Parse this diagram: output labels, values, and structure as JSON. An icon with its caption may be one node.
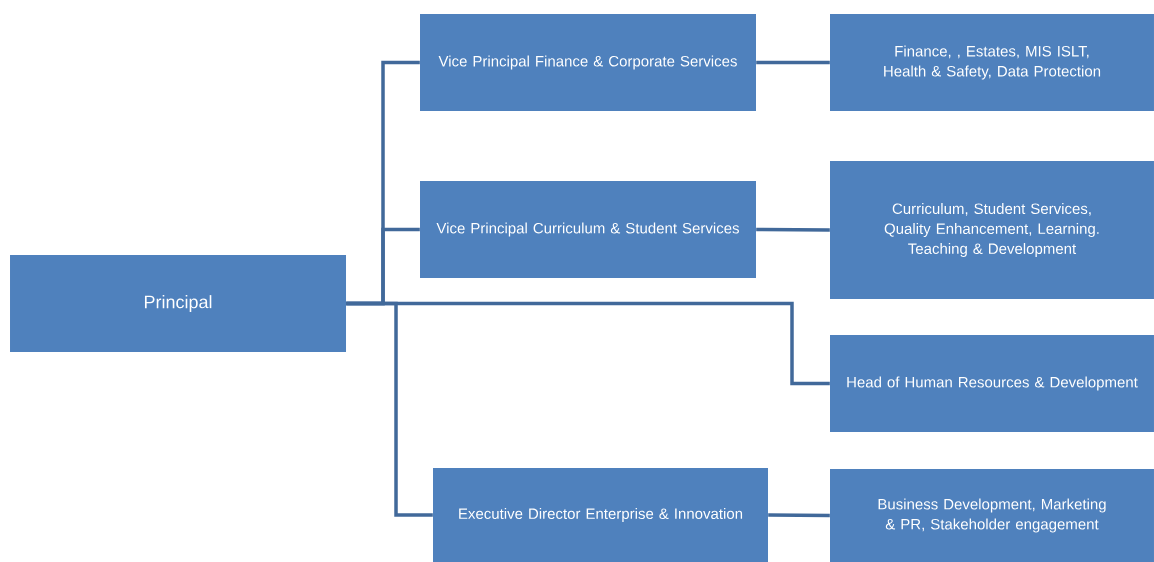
{
  "diagram": {
    "nodes": [
      {
        "text": [
          "Principal"
        ]
      },
      {
        "text": [
          "Vice Principal Finance & Corporate Services"
        ]
      },
      {
        "text": [
          "Finance, , Estates, MIS ISLT, Health & Safety, Data Protection"
        ]
      },
      {
        "text": [
          "Vice Principal Curriculum & Student Services"
        ]
      },
      {
        "text": [
          "Curriculum, Student Services, Quality Enhancement, Learning. Teaching & Development"
        ]
      },
      {
        "text": [
          "Head of Human Resources & Development"
        ]
      },
      {
        "text": [
          "Executive Director Enterprise & Innovation"
        ]
      },
      {
        "text": [
          "Business Development, Marketing & PR, Stakeholder engagement"
        ]
      }
    ],
    "edges": [
      {
        "from": 0,
        "to": 1,
        "arrow": "none"
      },
      {
        "from": 0,
        "to": 3,
        "arrow": "none"
      },
      {
        "from": 0,
        "to": 5,
        "arrow": "none"
      },
      {
        "from": 0,
        "to": 6,
        "arrow": "none"
      },
      {
        "from": 1,
        "to": 2,
        "arrow": "none"
      },
      {
        "from": 3,
        "to": 4,
        "arrow": "none"
      },
      {
        "from": 6,
        "to": 7,
        "arrow": "none"
      }
    ]
  }
}
